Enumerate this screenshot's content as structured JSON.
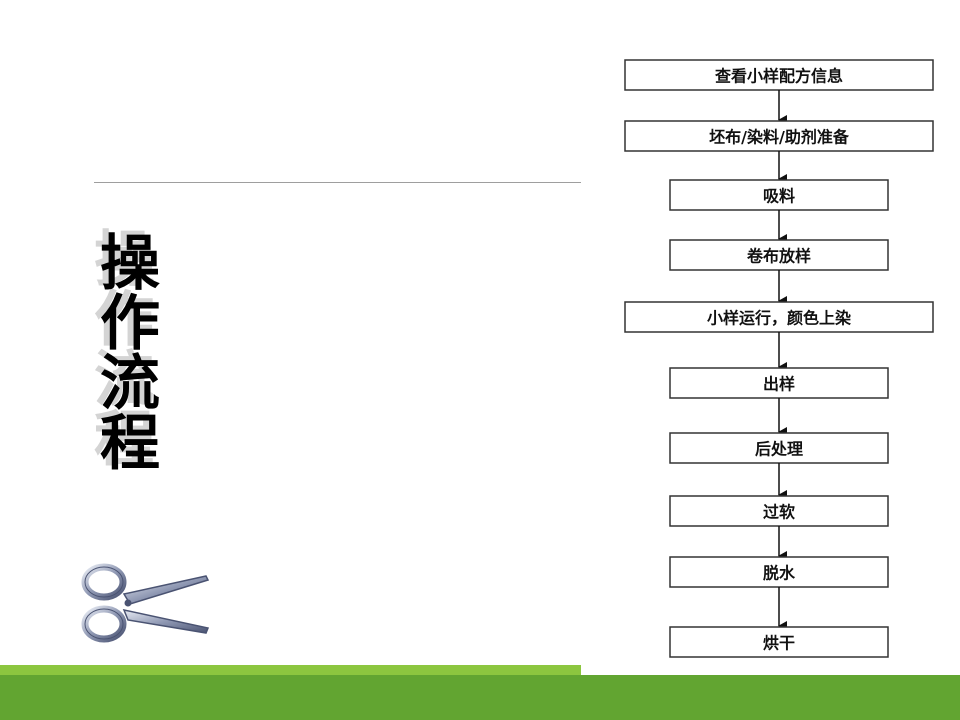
{
  "slide": {
    "title_chars": [
      "操",
      "作",
      "流",
      "程"
    ],
    "accent_color": "#62a531",
    "accent_light_color": "#8cc63f"
  },
  "decoration": {
    "icon": "scissors-icon"
  },
  "flowchart": {
    "steps": [
      "查看小样配方信息",
      "坯布/染料/助剂准备",
      "吸料",
      "卷布放样",
      "小样运行，颜色上染",
      "出样",
      "后处理",
      "过软",
      "脱水",
      "烘干"
    ]
  }
}
